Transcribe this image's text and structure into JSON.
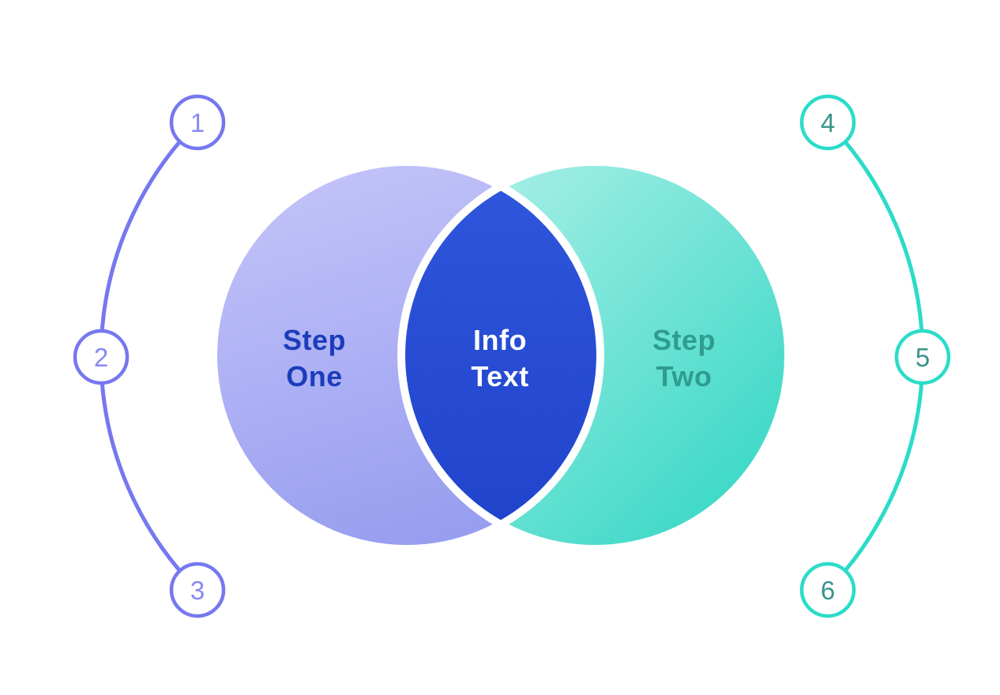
{
  "diagram": {
    "type": "venn-process-infographic",
    "left_set": {
      "label_line1": "Step",
      "label_line2": "One"
    },
    "overlap": {
      "label_line1": "Info",
      "label_line2": "Text"
    },
    "right_set": {
      "label_line1": "Step",
      "label_line2": "Two"
    }
  },
  "connectors": {
    "left": {
      "steps": [
        {
          "number": "1"
        },
        {
          "number": "2"
        },
        {
          "number": "3"
        }
      ]
    },
    "right": {
      "steps": [
        {
          "number": "4"
        },
        {
          "number": "5"
        },
        {
          "number": "6"
        }
      ]
    }
  },
  "colors": {
    "background": "#ffffff",
    "left_circle_top": "#c1c2f8",
    "left_circle_bottom": "#969cef",
    "right_circle_top": "#a9efe7",
    "right_circle_bottom": "#3ad8c6",
    "lens_top": "#2e55db",
    "lens_bottom": "#2144cc",
    "lens_rim": "#ffffff",
    "left_accent": "#7678ef",
    "left_number": "#8689f4",
    "right_accent": "#2bdcc8",
    "right_number": "#3a948b",
    "left_label_text": "#1c3dbb",
    "center_label_text": "#ffffff",
    "right_label_text": "#2f9c90"
  }
}
